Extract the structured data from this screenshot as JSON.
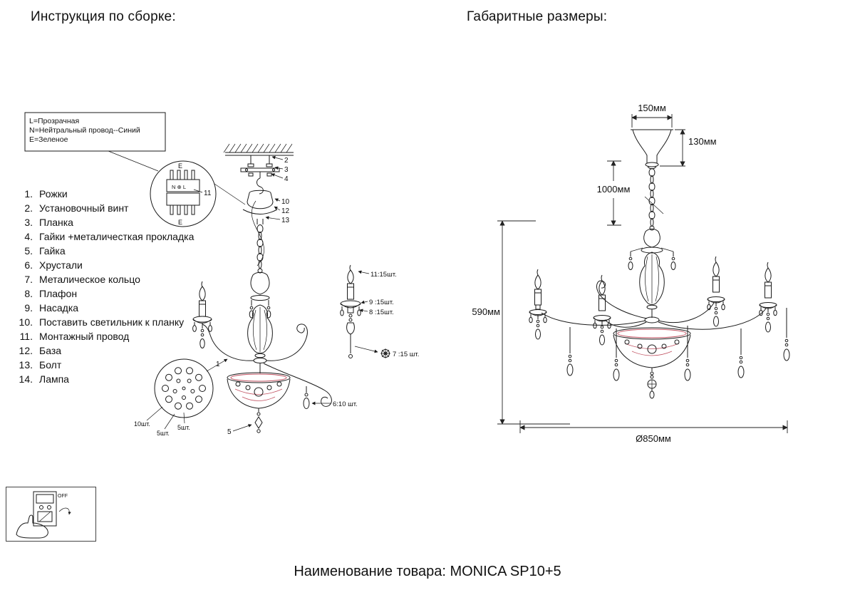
{
  "page": {
    "left_title": "Инструкция по сборке:",
    "right_title": "Габаритные размеры:",
    "product_caption": "Наименование товара: MONICA SP10+5"
  },
  "legend": {
    "line1": "L=Прозрачная",
    "line2": "N=Нейтральный провод--Синий",
    "line3": "E=Зеленое"
  },
  "parts_list": [
    {
      "num": "1.",
      "label": "Рожки"
    },
    {
      "num": "2.",
      "label": "Установочный винт"
    },
    {
      "num": "3.",
      "label": "Планка"
    },
    {
      "num": "4.",
      "label": "Гайки +металичесткая прокладка"
    },
    {
      "num": "5.",
      "label": "Гайка"
    },
    {
      "num": "6.",
      "label": "Хрустали"
    },
    {
      "num": "7.",
      "label": "Металическое кольцо"
    },
    {
      "num": "8.",
      "label": "Плафон"
    },
    {
      "num": "9.",
      "label": "Насадка"
    },
    {
      "num": "10.",
      "label": "Поставить светильник к планку"
    },
    {
      "num": "11.",
      "label": "Монтажный провод"
    },
    {
      "num": "12.",
      "label": "База"
    },
    {
      "num": "13.",
      "label": "Болт"
    },
    {
      "num": "14.",
      "label": "Лампа"
    }
  ],
  "assembly": {
    "wiring_top": "E",
    "wiring_terminals": "N ⊕ L",
    "wiring_bottom": "E",
    "callout_11": "11",
    "callout_2": "2",
    "callout_3": "3",
    "callout_4": "4",
    "callout_10": "10",
    "callout_12": "12",
    "callout_13": "13",
    "qty_11": "11:15шт.",
    "qty_9": "9 :15шт.",
    "qty_8": "8 :15шт.",
    "qty_7": "7 :15 шт.",
    "qty_6": "6:10 шт.",
    "ring_qty_10": "10шт.",
    "ring_qty_5a": "5шт.",
    "ring_qty_5b": "5шт.",
    "callout_5": "5",
    "callout_1": "1"
  },
  "dimensions": {
    "top_width": "150мм",
    "canopy_height": "130мм",
    "chain_length": "1000мм",
    "body_height": "590мм",
    "diameter": "Ø850мм"
  },
  "switch_figure": {
    "off_label": "OFF"
  }
}
